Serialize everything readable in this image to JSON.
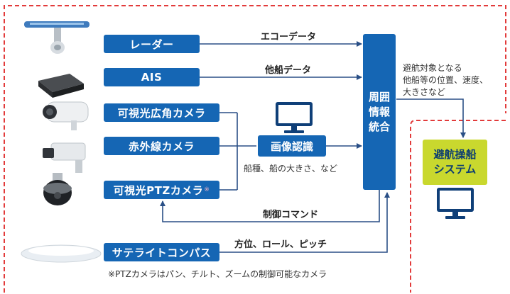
{
  "sensors": {
    "radar": "レーダー",
    "ais": "AIS",
    "visible_wide_camera": "可視光広角カメラ",
    "infrared_camera": "赤外線カメラ",
    "visible_ptz_camera": "可視光PTZカメラ",
    "ptz_mark": "※",
    "satellite_compass": "サテライトコンパス"
  },
  "links": {
    "echo_data": "エコーデータ",
    "other_ship_data": "他船データ",
    "control_command": "制御コマンド",
    "heading_roll_pitch": "方位、ロール、ピッチ"
  },
  "image_recognition": {
    "label": "画像認識",
    "detail": "船種、船の大きさ、など"
  },
  "integration": {
    "lines": [
      "周囲",
      "情報",
      "統合"
    ]
  },
  "avoidance_target": {
    "lines": [
      "避航対象となる",
      "他船等の位置、速度、",
      "大きさなど"
    ]
  },
  "avoidance_system": {
    "lines": [
      "避航操船",
      "システム"
    ]
  },
  "footnote": "※PTZカメラはパン、チルト、ズームの制御可能なカメラ",
  "colors": {
    "box_blue": "#1566b4",
    "line_blue": "#2a4f86",
    "dashed_red": "#e23b3b",
    "system_green": "#c9d82e",
    "monitor_navy": "#0f3f78"
  },
  "icons": [
    "radar-antenna-icon",
    "ais-transponder-icon",
    "bullet-camera-icon",
    "infrared-camera-icon",
    "ptz-dome-camera-icon",
    "satellite-compass-icon",
    "monitor-icon"
  ]
}
